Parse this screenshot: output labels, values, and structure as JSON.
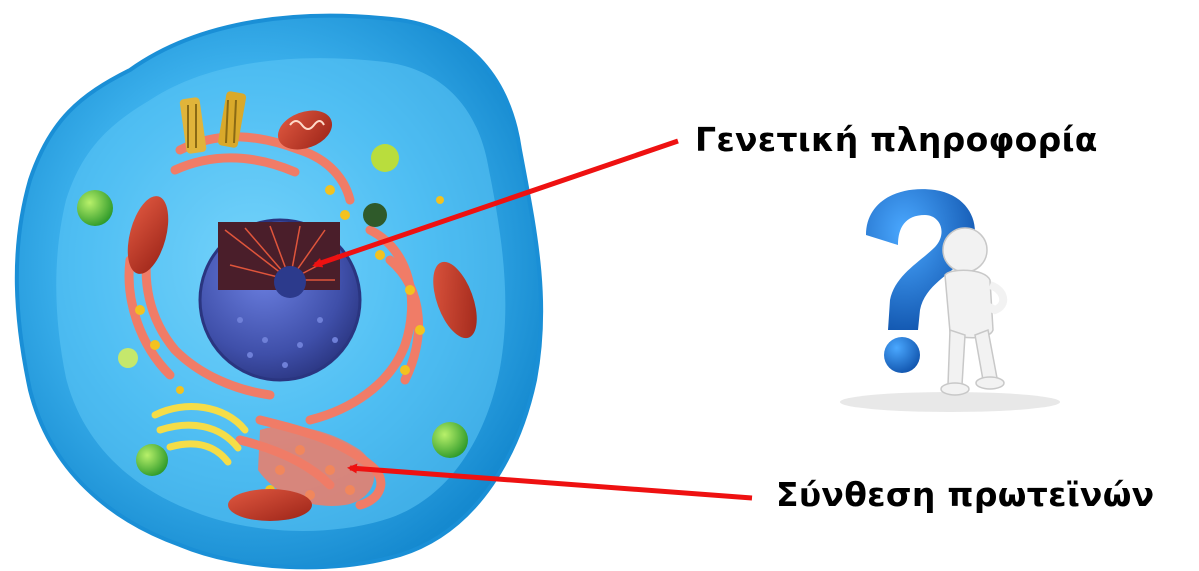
{
  "labels": {
    "genetic_info": "Γενετική πληροφορία",
    "protein_synthesis": "Σύνθεση πρωτεϊνών"
  },
  "colors": {
    "arrow": "#ee1111",
    "cytoplasm": "#3fb4ef",
    "nucleus": "#3f4fa9",
    "endoplasmic_reticulum": "#f07c67",
    "mitochondria": "#c8372c",
    "golgi": "#f5dd48",
    "question_mark": "#1a6fd1"
  },
  "icons": {
    "cell": "animal-cell-illustration",
    "thinker": "question-mark-thinking-figure"
  }
}
